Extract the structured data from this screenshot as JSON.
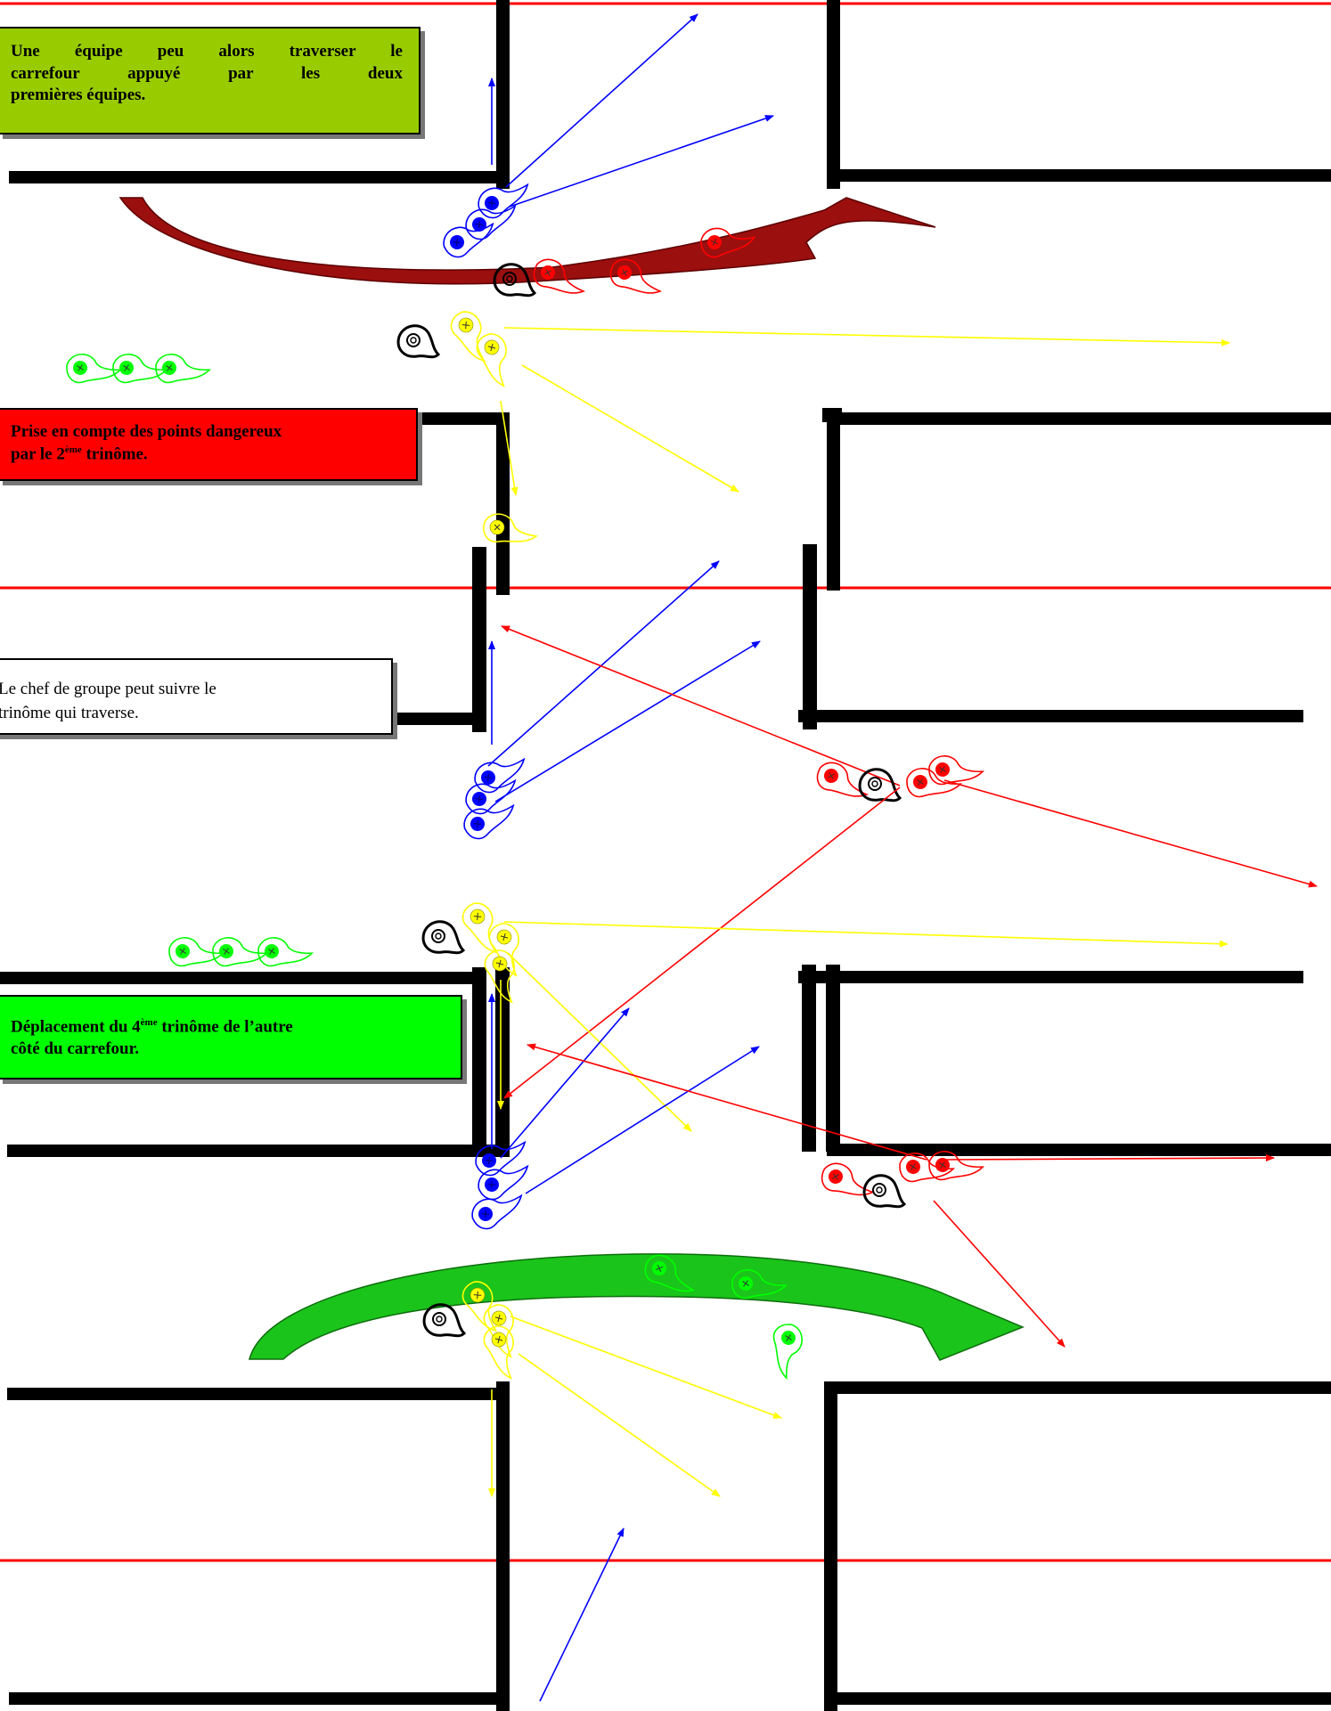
{
  "colors": {
    "road": "#000000",
    "separator": "#ff0000",
    "team_blue": "#0000ff",
    "team_yellow": "#ffff00",
    "team_red": "#ff0000",
    "team_green": "#00ff00",
    "leader": "#000000",
    "arrow_dark_red": "#9b0f0f",
    "arrow_green": "#1bc41b"
  },
  "callouts": {
    "c1": {
      "line1": "Une équipe peu alors traverser le",
      "line2": "carrefour appuyé par les deux",
      "line3": "premières équipes.",
      "background": "#99cc00"
    },
    "c2": {
      "line1": "Prise en compte des points dangereux",
      "line2_pre": "par le 2",
      "line2_sup": "ème",
      "line2_post": " trinôme.",
      "background": "#ff0000"
    },
    "c3": {
      "line1": "Le chef de groupe peut suivre le",
      "line2": "trinôme qui traverse.",
      "background": "#ffffff"
    },
    "c4": {
      "line1_pre": "Déplacement du 4",
      "line1_sup": "ème",
      "line1_post": " trinôme de l’autre",
      "line2": "côté du carrefour.",
      "background": "#00ff00"
    }
  },
  "icons": {
    "soldier": "soldier-icon",
    "leader": "group-leader-icon",
    "arrow": "direction-arrow-icon"
  }
}
